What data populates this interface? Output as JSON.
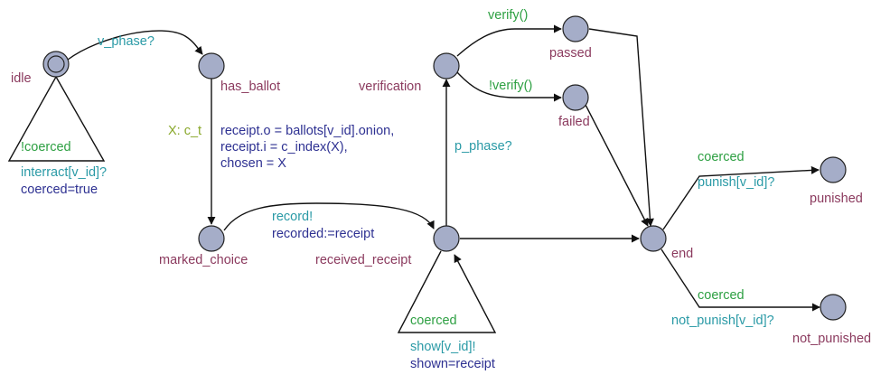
{
  "colors": {
    "node_fill": "#a5adc8",
    "state_label": "#8b3a5e",
    "guard": "#2ea043",
    "sync": "#2a9aa6",
    "assign": "#2e3192",
    "select": "#8aa82c"
  },
  "states": {
    "idle": "idle",
    "has_ballot": "has_ballot",
    "marked_choice": "marked_choice",
    "received_receipt": "received_receipt",
    "verification": "verification",
    "passed": "passed",
    "failed": "failed",
    "end": "end",
    "punished": "punished",
    "not_punished": "not_punished"
  },
  "edges": {
    "idle_to_has_ballot": {
      "sync": "v_phase?"
    },
    "idle_loop": {
      "guard": "!coerced",
      "sync": "interract[v_id]?",
      "assign": "coerced=true"
    },
    "has_ballot_to_marked_choice": {
      "select": "X: c_t",
      "assign": [
        "receipt.o = ballots[v_id].onion,",
        "receipt.i = c_index(X),",
        "chosen = X"
      ]
    },
    "marked_choice_to_received_receipt": {
      "sync": "record!",
      "assign": "recorded:=receipt"
    },
    "received_receipt_loop": {
      "guard": "coerced",
      "sync": "show[v_id]!",
      "assign": "shown=receipt"
    },
    "received_receipt_to_verification": {
      "sync": "p_phase?"
    },
    "verification_to_passed": {
      "sync": "verify()"
    },
    "verification_to_failed": {
      "sync": "!verify()"
    },
    "end_to_punished": {
      "guard": "coerced",
      "sync": "punish[v_id]?"
    },
    "end_to_not_punished": {
      "guard": "coerced",
      "sync": "not_punish[v_id]?"
    }
  }
}
